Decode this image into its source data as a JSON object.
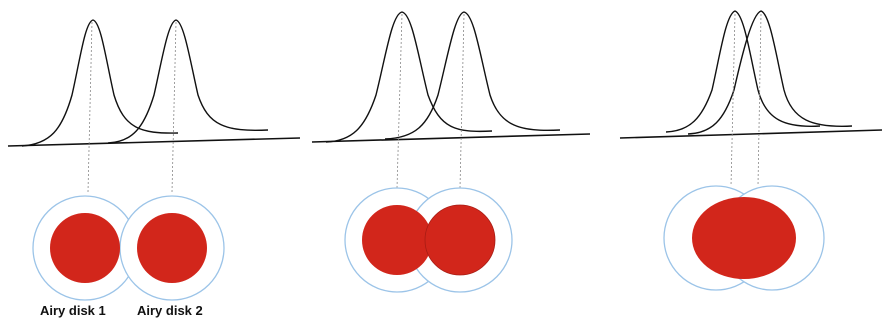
{
  "labels": {
    "disk1": "Airy disk 1",
    "disk2": "Airy disk 2"
  },
  "colors": {
    "disk_fill": "#d2261b",
    "halo_stroke": "#9cc4e8",
    "curve_stroke": "#111111",
    "guide_stroke": "#888888",
    "background": "#ffffff"
  },
  "panels": [
    {
      "state": "resolved",
      "caption_left_key": "disk1",
      "caption_right_key": "disk2"
    },
    {
      "state": "just-resolved"
    },
    {
      "state": "unresolved"
    }
  ]
}
